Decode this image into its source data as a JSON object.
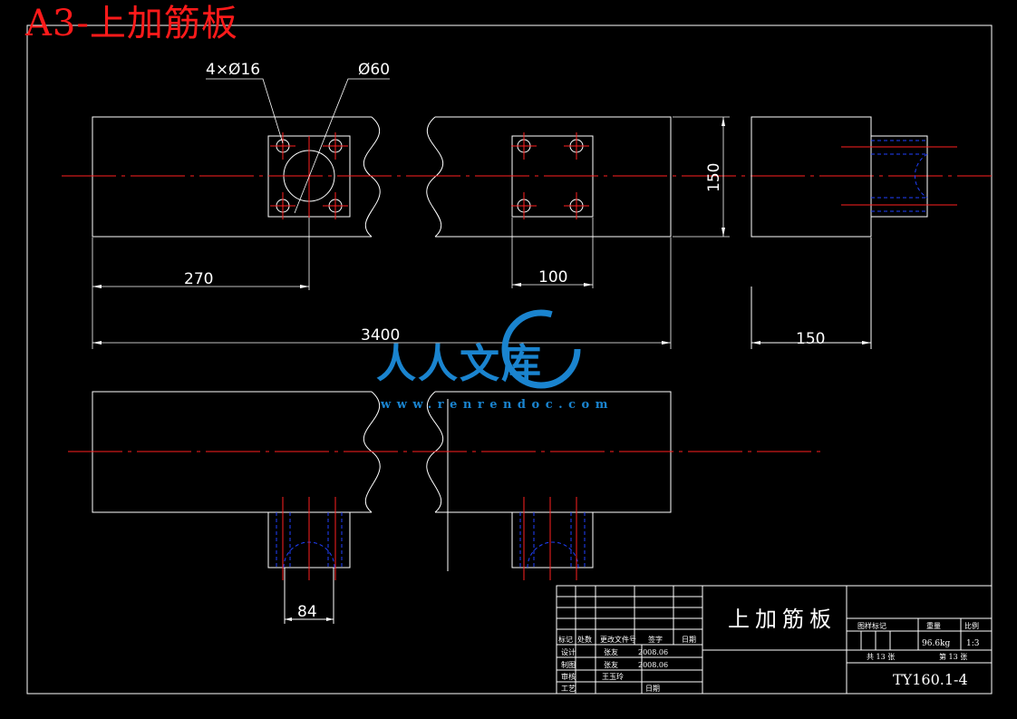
{
  "title": "A3-上加筋板",
  "dimensions": {
    "hole_callout": "4×Ø16",
    "bore_callout": "Ø60",
    "d270": "270",
    "d100": "100",
    "d3400": "3400",
    "d150_vertical": "150",
    "d150_horizontal": "150",
    "d84": "84"
  },
  "watermark": {
    "text": "人人文库",
    "url": "www.renrendoc.com"
  },
  "title_block": {
    "part_name": "上加筋板",
    "drawing_number": "TY160.1-4",
    "header_labels": [
      "标记",
      "处数",
      "更改文件号",
      "签字",
      "日期"
    ],
    "rows": [
      {
        "role": "设计",
        "name": "张友",
        "date": "2008.06"
      },
      {
        "role": "制图",
        "name": "张友",
        "date": "2008.06"
      },
      {
        "role": "审核",
        "name": "王玉玲",
        "date": ""
      },
      {
        "role": "工艺",
        "name": "",
        "date": "日期"
      }
    ],
    "mark_label": "图样标记",
    "weight_label": "重量",
    "scale_label": "比例",
    "weight_value": "96.6kg",
    "scale_value": "1:3",
    "total_sheets": "共 13 张",
    "sheet_no": "第 13 张"
  },
  "colors": {
    "background": "#000000",
    "line": "#ffffff",
    "center_line": "#ff2020",
    "hidden_line": "#2040ff",
    "title": "#ff1a1a",
    "watermark": "#1a84cf"
  }
}
